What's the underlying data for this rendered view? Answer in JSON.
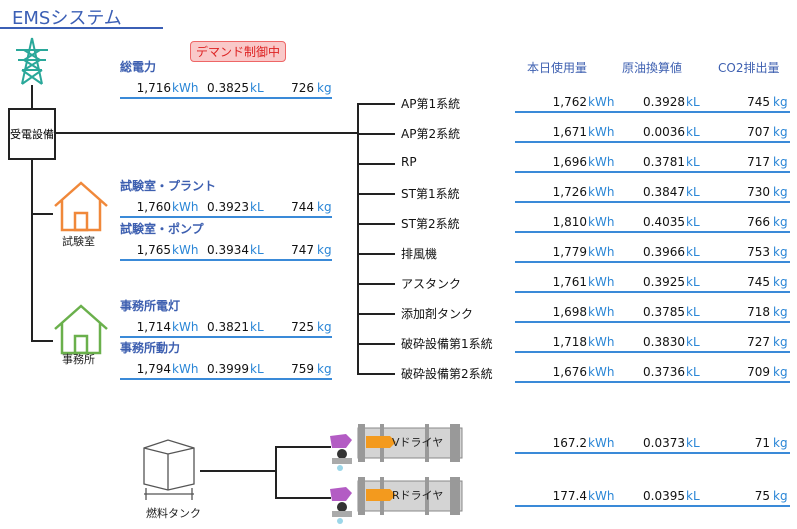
{
  "title": "EMSシステム",
  "demand_badge": "デマンド制御中",
  "total": {
    "label": "総電力",
    "kwh": "1,716",
    "kl": "0.3825",
    "kg": "726"
  },
  "units": {
    "kwh": "kWh",
    "kl": "kL",
    "kg": "kg"
  },
  "substation": "受電設備",
  "lab": {
    "label": "試験室",
    "rows": [
      {
        "label": "試験室・プラント",
        "kwh": "1,760",
        "kl": "0.3923",
        "kg": "744"
      },
      {
        "label": "試験室・ポンプ",
        "kwh": "1,765",
        "kl": "0.3934",
        "kg": "747"
      }
    ]
  },
  "office": {
    "label": "事務所",
    "rows": [
      {
        "label": "事務所電灯",
        "kwh": "1,714",
        "kl": "0.3821",
        "kg": "725"
      },
      {
        "label": "事務所動力",
        "kwh": "1,794",
        "kl": "0.3999",
        "kg": "759"
      }
    ]
  },
  "headers": [
    "本日使用量",
    "原油換算値",
    "CO2排出量"
  ],
  "systems": [
    {
      "label": "AP第1系統",
      "kwh": "1,762",
      "kl": "0.3928",
      "kg": "745"
    },
    {
      "label": "AP第2系統",
      "kwh": "1,671",
      "kl": "0.0036",
      "kg": "707"
    },
    {
      "label": "RP",
      "kwh": "1,696",
      "kl": "0.3781",
      "kg": "717"
    },
    {
      "label": "ST第1系統",
      "kwh": "1,726",
      "kl": "0.3847",
      "kg": "730"
    },
    {
      "label": "ST第2系統",
      "kwh": "1,810",
      "kl": "0.4035",
      "kg": "766"
    },
    {
      "label": "排風機",
      "kwh": "1,779",
      "kl": "0.3966",
      "kg": "753"
    },
    {
      "label": "アスタンク",
      "kwh": "1,761",
      "kl": "0.3925",
      "kg": "745"
    },
    {
      "label": "添加剤タンク",
      "kwh": "1,698",
      "kl": "0.3785",
      "kg": "718"
    },
    {
      "label": "破砕設備第1系統",
      "kwh": "1,718",
      "kl": "0.3830",
      "kg": "727"
    },
    {
      "label": "破砕設備第2系統",
      "kwh": "1,676",
      "kl": "0.3736",
      "kg": "709"
    }
  ],
  "fuel_tank": "燃料タンク",
  "dryers": [
    {
      "label": "Vドライヤ",
      "kwh": "167.2",
      "kl": "0.0373",
      "kg": "71"
    },
    {
      "label": "Rドライヤ",
      "kwh": "177.4",
      "kl": "0.0395",
      "kg": "75"
    }
  ]
}
